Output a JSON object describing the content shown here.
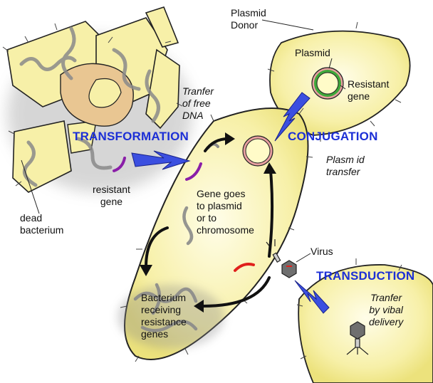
{
  "labels": {
    "plasmid_donor": "Plasmid\nDonor",
    "plasmid": "Plasmid",
    "resistant_gene_top": "Resistant\ngene",
    "transfer_free_dna": "Tranfer\nof free\nDNA",
    "transformation": "TRANSFORMATION",
    "conjugation": "CONJUGATION",
    "plasmid_transfer": "Plasm id\ntransfer",
    "resistant_gene_left": "resistant\ngene",
    "dead_bacterium": "dead\nbacterium",
    "gene_goes": "Gene goes\nto plasmid\nor to\nchromosome",
    "virus": "Virus",
    "transduction": "TRANSDUCTION",
    "transfer_viral": "Tranfer\nby vibal\ndelivery",
    "bacterium_receiving": "Bacterium\nreceiving\nresistance\ngenes"
  },
  "colors": {
    "cell_fill": "#f7f0a8",
    "cell_inner": "#fffde0",
    "outline": "#222222",
    "arrow_blue": "#3b4fe0",
    "label_blue": "#1c2fd6",
    "gene_purple": "#8a1ea8",
    "gene_red": "#e0201c",
    "plasmid_green": "#3fa83a",
    "plasmid_pink": "#e8a0a0",
    "dna_gray": "#8a8a8a",
    "nucleus_tan": "#e9c692"
  }
}
